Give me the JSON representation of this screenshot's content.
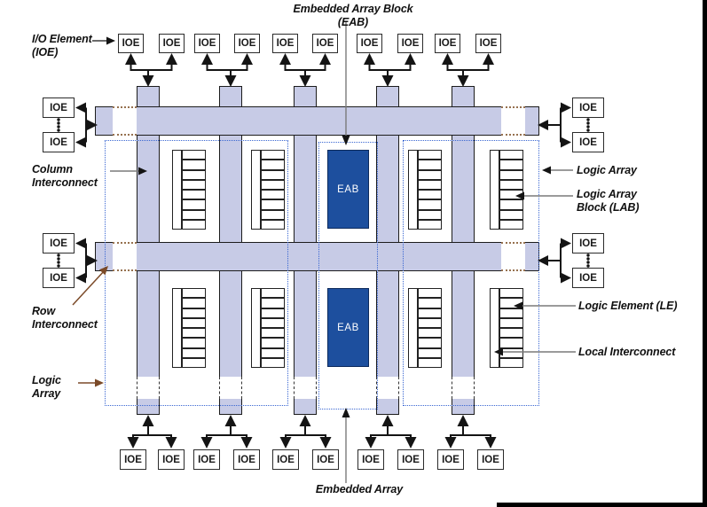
{
  "figure": {
    "labels": {
      "embedded_array_block": "Embedded Array Block (EAB)",
      "io_element": "I/O Element (IOE)",
      "column_interconnect": "Column Interconnect",
      "row_interconnect": "Row Interconnect",
      "logic_array_left": "Logic Array",
      "logic_array_right": "Logic Array",
      "logic_array_block": "Logic Array Block (LAB)",
      "logic_element": "Logic Element (LE)",
      "local_interconnect": "Local Interconnect",
      "embedded_array": "Embedded Array"
    },
    "blocks": {
      "ioe_label": "IOE",
      "eab_label": "EAB",
      "ioe_top_count": 10,
      "ioe_bottom_count": 10,
      "ioe_left_count": 4,
      "ioe_right_count": 4,
      "eab_count": 2,
      "lab_columns": 4,
      "lab_rows": 2,
      "logic_elements_per_lab": 8,
      "row_interconnects": 2,
      "column_interconnects": 5
    },
    "colors": {
      "interconnect_fill": "#c7cbe6",
      "eab_fill": "#1d4f9e",
      "outline_dotted_blue": "#3a67d2",
      "callout_brown": "#7b4a28",
      "callout_gray": "#7a7a7a"
    }
  }
}
